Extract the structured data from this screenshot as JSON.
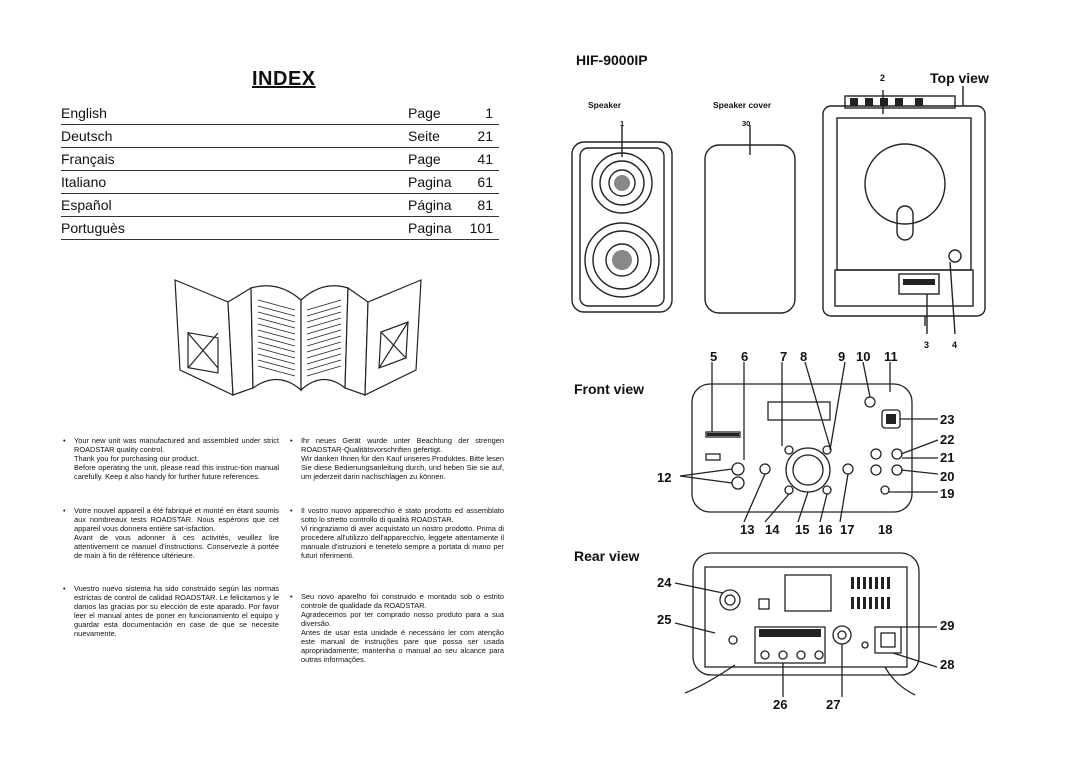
{
  "index": {
    "title": "INDEX",
    "rows": [
      {
        "language": "English",
        "word": "Page",
        "page": "1"
      },
      {
        "language": "Deutsch",
        "word": "Seite",
        "page": "21"
      },
      {
        "language": "Français",
        "word": "Page",
        "page": "41"
      },
      {
        "language": "Italiano",
        "word": "Pagina",
        "page": "61"
      },
      {
        "language": "Español",
        "word": "Página",
        "page": "81"
      },
      {
        "language": "Portuguès",
        "word": "Pagina",
        "page": "101"
      }
    ]
  },
  "paragraphs": {
    "english": "Your new unit was manufactured and assembled under strict ROADSTAR quality control.\nThank you for purchasing our product.\nBefore operating the unit, please read this instruc-tion manual carefully. Keep it also handy for further future references.",
    "french": "Votre nouvel appareil a été fabriqué et monté en étant soumis aux nombreaux tests ROADSTAR. Nous espérons que cet appareil vous donnera entière sat-isfaction.\nAvant de vous adonner à ces activités, veuillez lire attentivement ce manuel d'instructions. Conservezle à portée de main à fin de référence ultérieure.",
    "spanish": "Vuestro nuevo sistema ha sido construido según las normas estrictas de control de calidad ROADSTAR. Le felicitamos y le damos las gracias por su elección de este aparado. Por favor leer el manual antes de poner en funcionamiento el equipo y guardar esta documentación en case de que se necesite nuevamente.",
    "german": "Ihr neues Gerät wurde unter Beachtung der strengen ROADSTAR-Qualitätsvorschriften gefertigt.\nWir danken Ihnen für den Kauf unseres Produktes. Bitte lesen Sie diese Bedienungsanleitung durch, und heben Sie sie auf, um jederzeit darin nachschlagen zu können.",
    "italian": "Il vostro nuovo apparecchio è stato prodotto ed assemblato sotto lo stretto controllo di qualità ROADSTAR.\nVi ringraziamo di aver acquistato un nostro prodotto. Prima di procedere all'utilizzo dell'apparecchio, leggete attentamente il manuale d'istruzioni e tenetelo sempre a portata di mano per futuri riferimenti.",
    "portuguese": "Seu novo aparelho foi construido e montado sob o estrito controle de qualidade da ROADSTAR.\nAgradecemos por ter comprado nosso produto para a sua diversão.\nAntes de usar esta unidade é necessário ler com atenção este manual de instruções pare que possa ser usada apropriadamente; mantenha o manual ao seu alcance para outras informações."
  },
  "bullet": "•",
  "diagrams": {
    "model": "HIF-9000IP",
    "top_view": "Top view",
    "front_view": "Front view",
    "rear_view": "Rear view",
    "speaker_label": "Speaker",
    "speaker_cover_label": "Speaker cover",
    "speaker_num": "1",
    "cover_num": "30",
    "top_nums": [
      "2",
      "3",
      "4"
    ],
    "front_top_nums": [
      "5",
      "6",
      "7",
      "8",
      "9",
      "10",
      "11"
    ],
    "front_right_nums": [
      "23",
      "22",
      "21",
      "20",
      "19"
    ],
    "front_left_num": "12",
    "front_bottom_nums": [
      "13",
      "14",
      "15",
      "16",
      "17",
      "18"
    ],
    "rear_left_nums": [
      "24",
      "25"
    ],
    "rear_right_nums": [
      "29",
      "28"
    ],
    "rear_bottom_nums": [
      "26",
      "27"
    ]
  }
}
